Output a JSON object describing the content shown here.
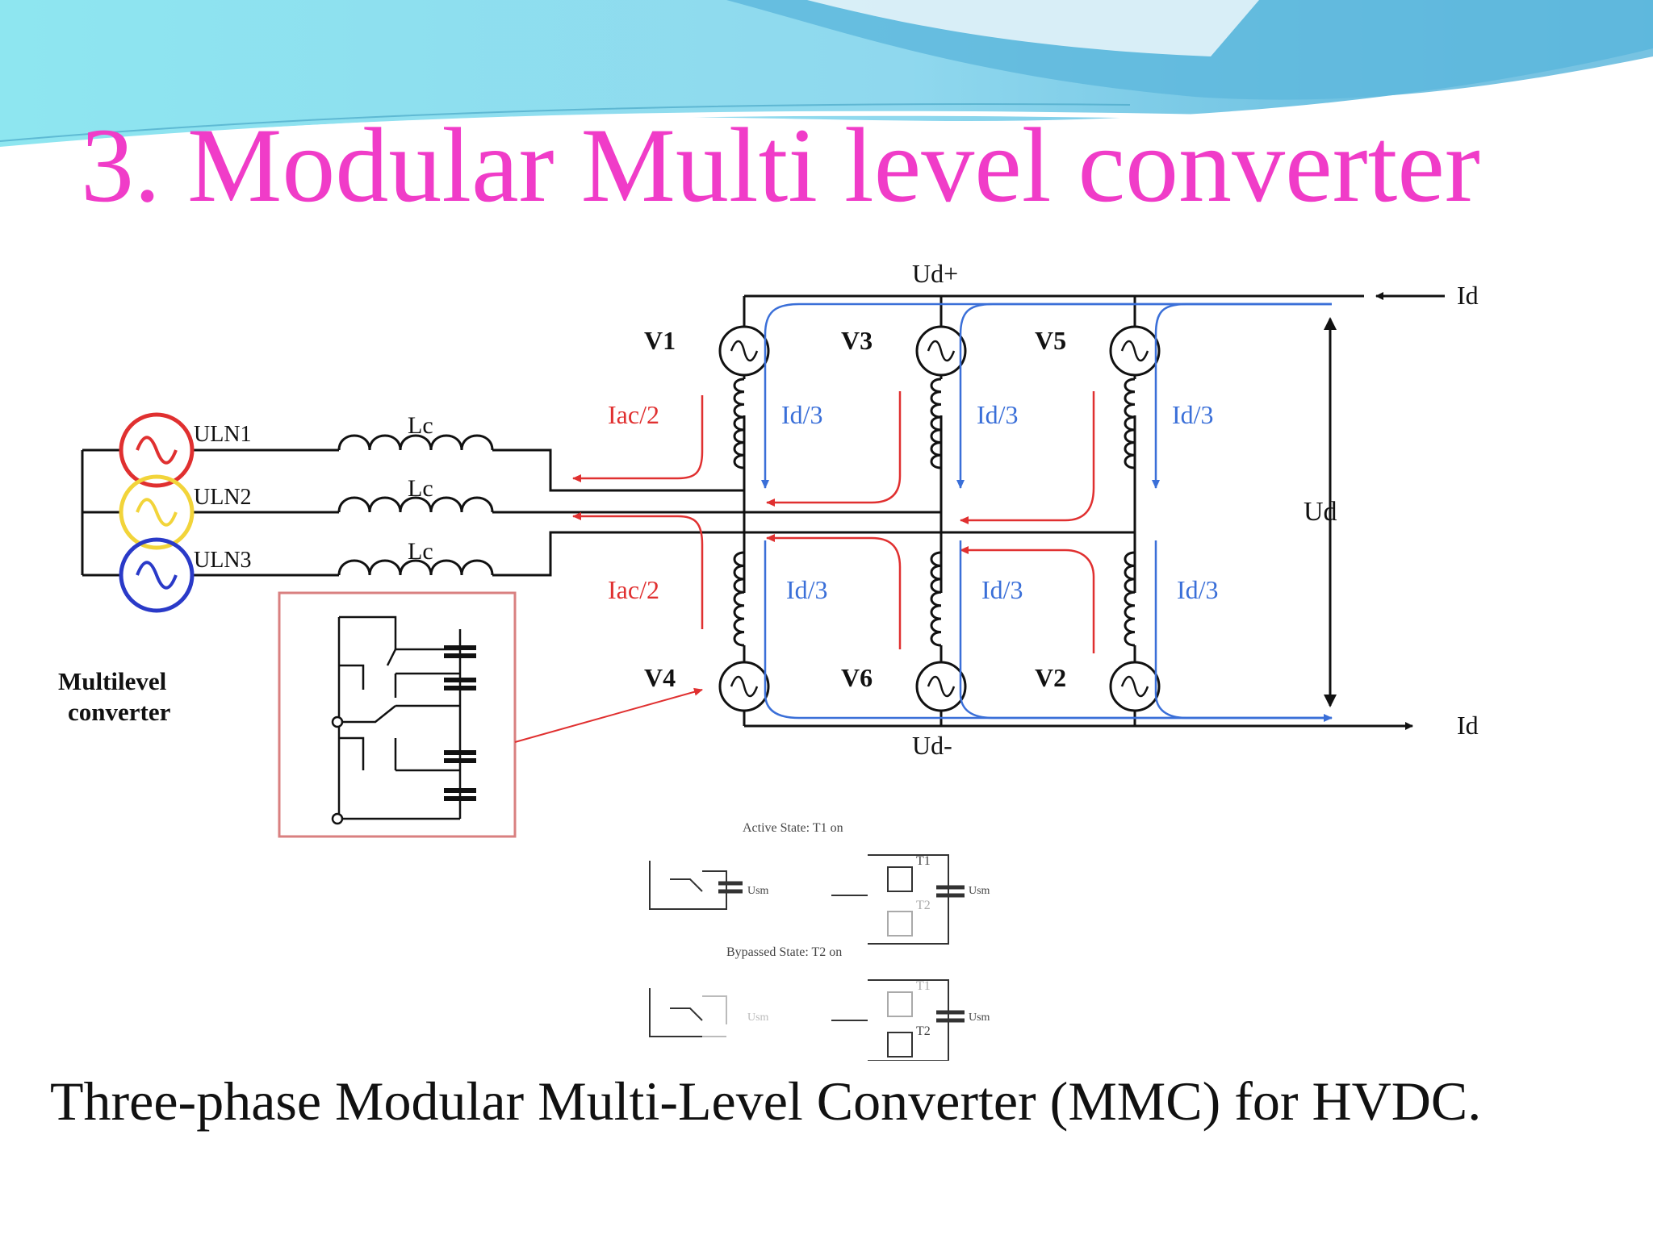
{
  "slide": {
    "title": "3. Modular Multi level converter",
    "caption": "Three-phase Modular Multi-Level Converter (MMC) for HVDC."
  },
  "colors": {
    "title": "#f03cc8",
    "banner_light": "#8ee6f0",
    "banner_dark": "#5bb3da",
    "ac_current": "#e03030",
    "dc_current": "#3a6fd8",
    "source_1": "#e03030",
    "source_2": "#f2d43a",
    "source_3": "#2a3ac8"
  },
  "diagram": {
    "dc_top_node": "Ud+",
    "dc_bottom_node": "Ud-",
    "dc_current_top": "Id",
    "dc_current_bottom": "Id",
    "dc_voltage": "Ud",
    "valves": [
      "V1",
      "V3",
      "V5",
      "V4",
      "V6",
      "V2"
    ],
    "ac_sources": [
      "ULN1",
      "ULN2",
      "ULN3"
    ],
    "phase_inductor": "Lc",
    "arm_current_ac": "Iac/2",
    "arm_current_dc": "Id/3",
    "submodule_label": "Multilevel converter",
    "active_state": "Active State:  T1 on",
    "bypassed_state": "Bypassed State:  T2 on",
    "switch_t1": "T1",
    "switch_t2": "T2",
    "submodule_voltage": "Usm"
  }
}
